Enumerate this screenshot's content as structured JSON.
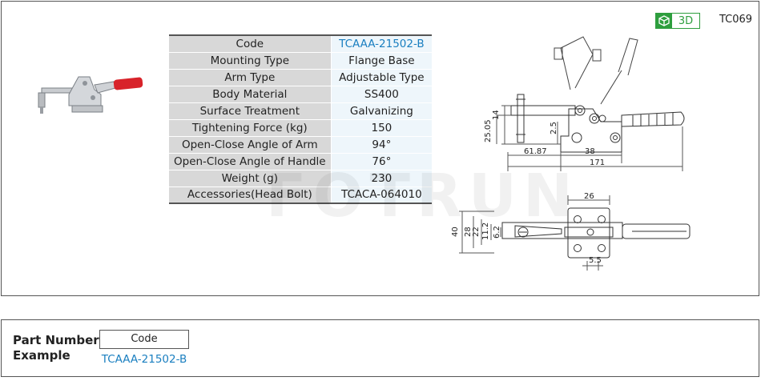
{
  "header": {
    "badge_3d": "3D",
    "series_code": "TC069"
  },
  "spec_table": [
    {
      "key": "Code",
      "value": "TCAAA-21502-B"
    },
    {
      "key": "Mounting Type",
      "value": "Flange Base"
    },
    {
      "key": "Arm Type",
      "value": "Adjustable Type"
    },
    {
      "key": "Body Material",
      "value": "SS400"
    },
    {
      "key": "Surface Treatment",
      "value": "Galvanizing"
    },
    {
      "key": "Tightening Force (kg)",
      "value": "150"
    },
    {
      "key": "Open-Close Angle of Arm",
      "value": "94°"
    },
    {
      "key": "Open-Close  Angle of Handle",
      "value": "76°"
    },
    {
      "key": "Weight (g)",
      "value": "230"
    },
    {
      "key": "Accessories(Head Bolt)",
      "value": "TCACA-064010"
    }
  ],
  "watermark": "FOTRUN",
  "side_view_dims": {
    "d14": "14",
    "d25_05": "25.05",
    "d2_5": "2.5",
    "d61_87": "61.87",
    "d38": "38",
    "d171": "171"
  },
  "top_view_dims": {
    "d26": "26",
    "d40": "40",
    "d28": "28",
    "d22": "22",
    "d11_2": "11.2",
    "d6_2": "6.2",
    "d5_5": "5.5"
  },
  "part_number": {
    "label_line1": "Part Number",
    "label_line2": "Example",
    "box_label": "Code",
    "value": "TCAAA-21502-B"
  }
}
